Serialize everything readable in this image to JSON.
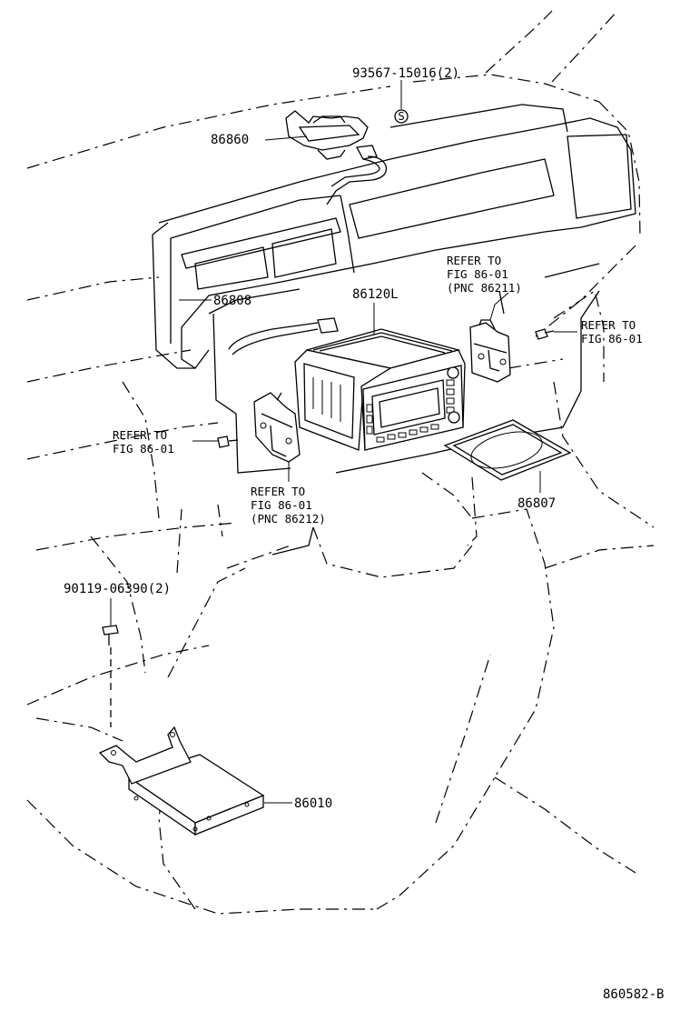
{
  "parts": {
    "p93567": "93567-15016(2)",
    "p86860": "86860",
    "p86808": "86808",
    "p86120L": "86120L",
    "p86807": "86807",
    "p90119": "90119-06390(2)",
    "p86010": "86010",
    "screw_symbol": "S"
  },
  "refs": {
    "right_top": {
      "line1": "REFER TO",
      "line2": "FIG 86-01",
      "line3": "(PNC 86211)"
    },
    "right_side": {
      "line1": "REFER TO",
      "line2": "FIG 86-01"
    },
    "left_side": {
      "line1": "REFER TO",
      "line2": "FIG 86-01"
    },
    "bottom": {
      "line1": "REFER TO",
      "line2": "FIG 86-01",
      "line3": "(PNC 86212)"
    }
  },
  "figure_id": "860582-B"
}
